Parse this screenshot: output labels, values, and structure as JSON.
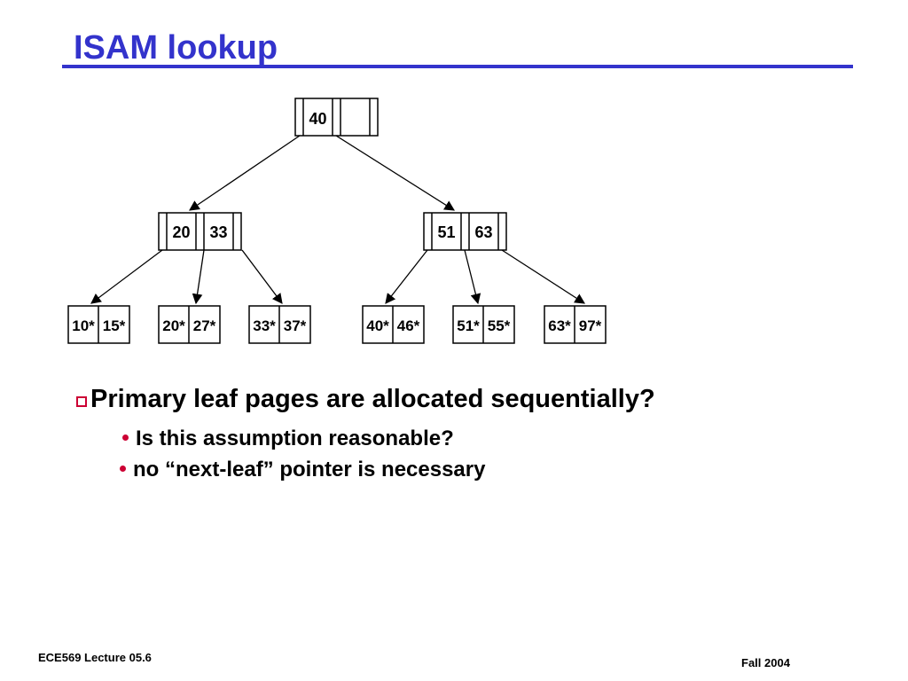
{
  "slide": {
    "title": "ISAM lookup",
    "accent_color": "#3333cc",
    "bullet_color": "#cc0033"
  },
  "tree": {
    "root": {
      "keys": [
        "40"
      ]
    },
    "internal": [
      {
        "keys": [
          "20",
          "33"
        ]
      },
      {
        "keys": [
          "51",
          "63"
        ]
      }
    ],
    "leaves": [
      {
        "entries": [
          "10*",
          "15*"
        ]
      },
      {
        "entries": [
          "20*",
          "27*"
        ]
      },
      {
        "entries": [
          "33*",
          "37*"
        ]
      },
      {
        "entries": [
          "40*",
          "46*"
        ]
      },
      {
        "entries": [
          "51*",
          "55*"
        ]
      },
      {
        "entries": [
          "63*",
          "97*"
        ]
      }
    ]
  },
  "bullets": {
    "main": "Primary leaf pages are allocated sequentially?",
    "main_icon": "square-bullet-icon",
    "sub": [
      "Is this assumption reasonable?",
      "no “next-leaf” pointer is necessary"
    ],
    "sub_icon": "dot-bullet-icon"
  },
  "footer": {
    "left": "ECE569  Lecture 05.6",
    "right": "Fall 2004"
  }
}
